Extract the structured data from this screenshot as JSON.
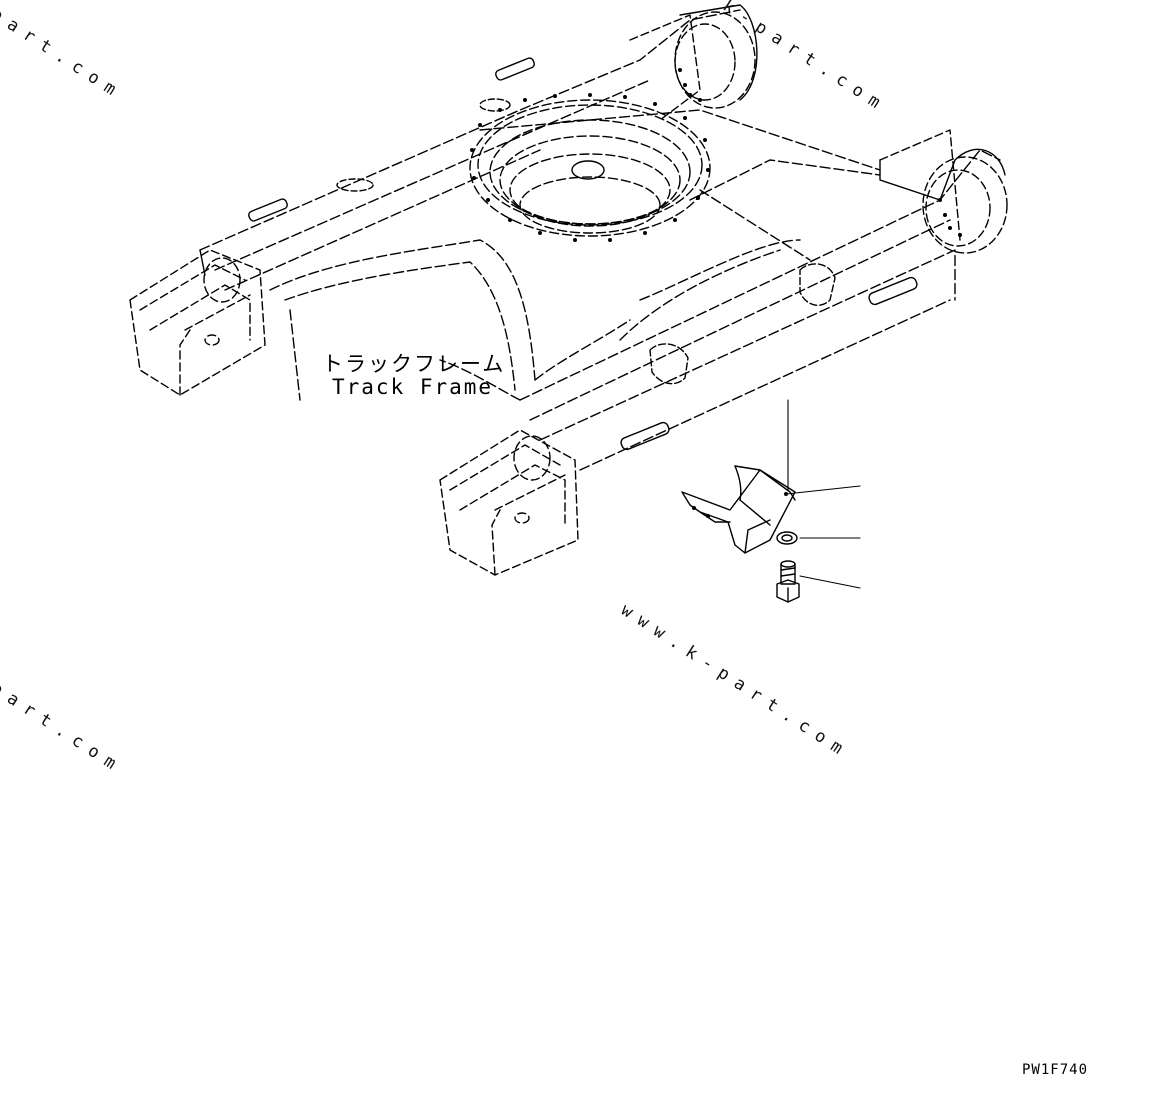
{
  "labels": {
    "part_jp": "トラックフレーム",
    "part_en": "Track Frame"
  },
  "figure_code": "PW1F740",
  "watermarks": {
    "top_left": "part.com",
    "top_right": "k-part.com",
    "bottom_left": "part.com",
    "bottom_right": "www.k-part.com"
  },
  "colors": {
    "line": "#000000",
    "background": "#ffffff"
  }
}
